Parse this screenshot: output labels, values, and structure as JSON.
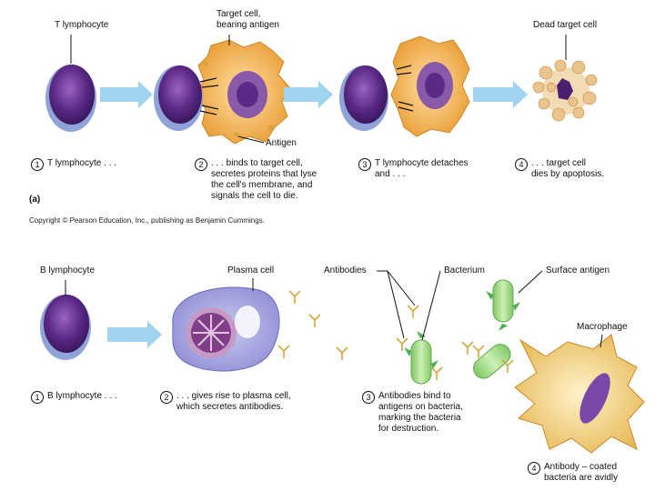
{
  "panel_a": {
    "tag": "(a)",
    "labels": {
      "t_lymphocyte": "T lymphocyte",
      "target_cell": "Target cell,\nbearing antigen",
      "antigen": "Antigen",
      "dead_target": "Dead target cell"
    },
    "steps": [
      {
        "num": "1",
        "text": "T lymphocyte . . ."
      },
      {
        "num": "2",
        "text": ". . . binds to target cell,\nsecretes proteins that lyse\nthe cell's membrane, and\nsignals the cell to die."
      },
      {
        "num": "3",
        "text": "T lymphocyte detaches\nand . . ."
      },
      {
        "num": "4",
        "text": ". . . target cell\ndies by apoptosis."
      }
    ]
  },
  "copyright": "Copyright © Pearson Education, Inc., publishing as Benjamin Cummings.",
  "panel_b": {
    "labels": {
      "b_lymphocyte": "B lymphocyte",
      "plasma_cell": "Plasma cell",
      "antibodies": "Antibodies",
      "bacterium": "Bacterium",
      "surface_antigen": "Surface antigen",
      "macrophage": "Macrophage"
    },
    "steps": [
      {
        "num": "1",
        "text": "B lymphocyte . . ."
      },
      {
        "num": "2",
        "text": ". . . gives rise to plasma cell,\nwhich secretes antibodies."
      },
      {
        "num": "3",
        "text": "Antibodies bind to\nantigens on bacteria,\nmarking the bacteria\nfor destruction."
      },
      {
        "num": "4",
        "text": "Antibody – coated\nbacteria are avidly"
      }
    ]
  },
  "colors": {
    "lymphocyte": "#5b2a86",
    "lymphocyte_rim": "#8fa3d8",
    "arrow": "#9fd3f0",
    "target_cell": "#f0b04a",
    "bacterium": "#a6dc8a",
    "antibody": "#d7a53c"
  }
}
